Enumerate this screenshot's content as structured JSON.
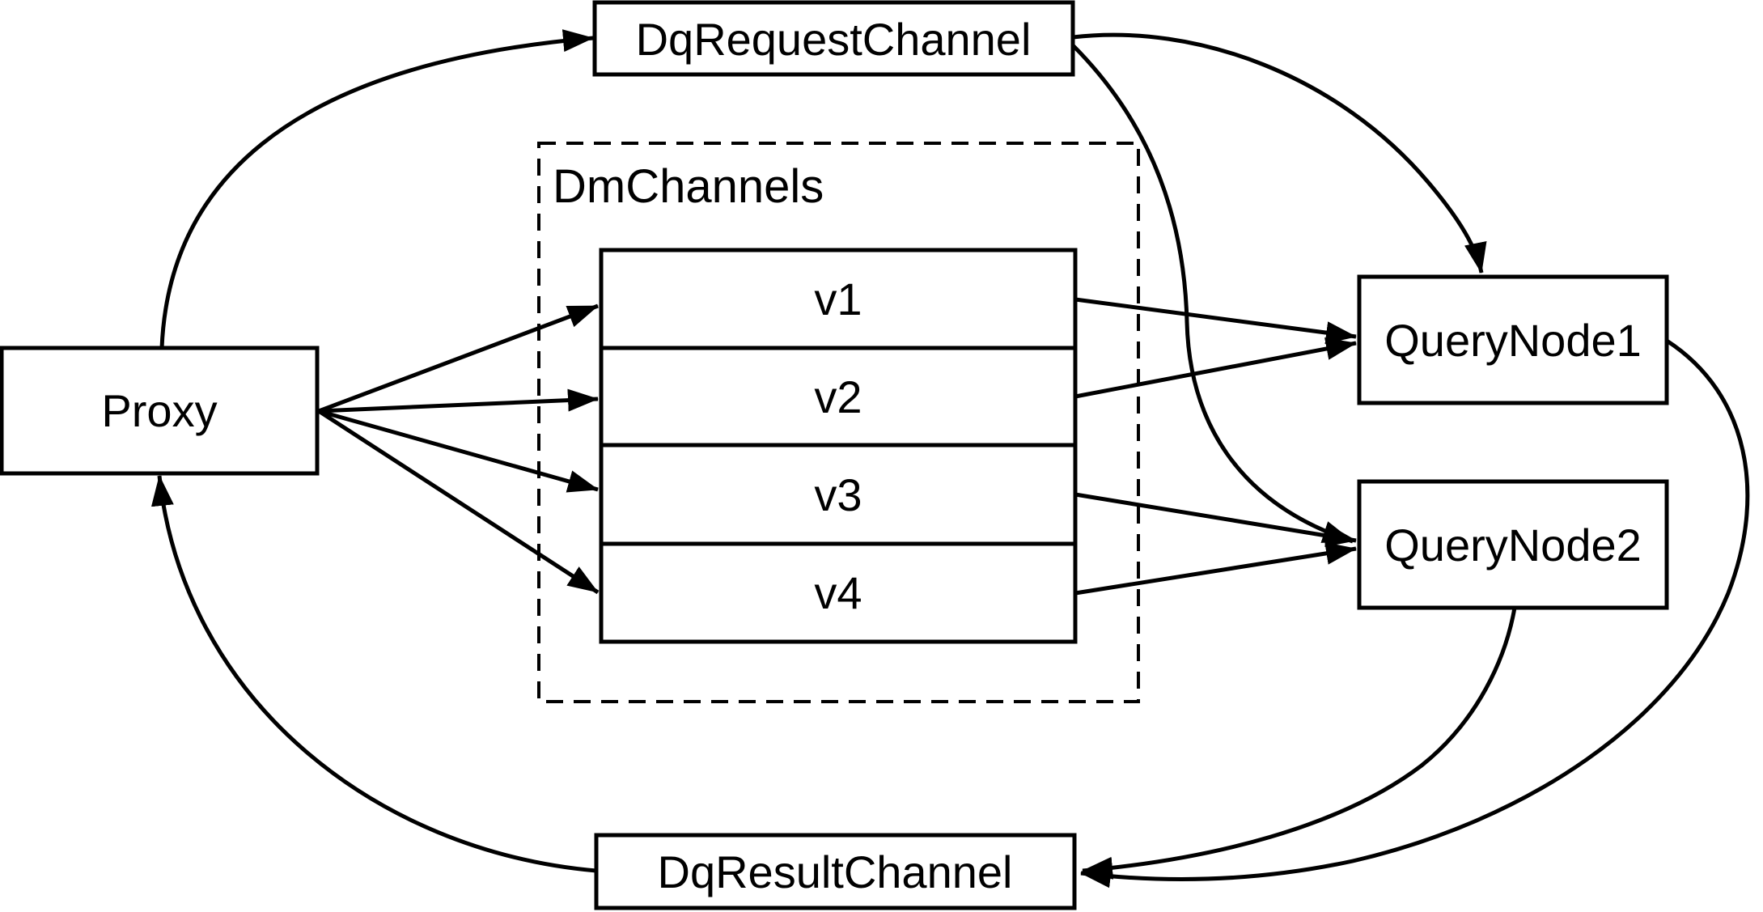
{
  "diagram": {
    "background_color": "#ffffff",
    "stroke_color": "#000000",
    "nodes": {
      "proxy": {
        "label": "Proxy"
      },
      "request_channel": {
        "label": "DqRequestChannel"
      },
      "result_channel": {
        "label": "DqResultChannel"
      },
      "query_node1": {
        "label": "QueryNode1"
      },
      "query_node2": {
        "label": "QueryNode2"
      },
      "dm_channels": {
        "label": "DmChannels",
        "items": [
          "v1",
          "v2",
          "v3",
          "v4"
        ]
      }
    },
    "edges": [
      {
        "from": "Proxy",
        "to": "DqRequestChannel"
      },
      {
        "from": "Proxy",
        "to": "v1"
      },
      {
        "from": "Proxy",
        "to": "v2"
      },
      {
        "from": "Proxy",
        "to": "v3"
      },
      {
        "from": "Proxy",
        "to": "v4"
      },
      {
        "from": "v1",
        "to": "QueryNode1"
      },
      {
        "from": "v2",
        "to": "QueryNode1"
      },
      {
        "from": "v3",
        "to": "QueryNode2"
      },
      {
        "from": "v4",
        "to": "QueryNode2"
      },
      {
        "from": "DqRequestChannel",
        "to": "QueryNode1"
      },
      {
        "from": "DqRequestChannel",
        "to": "QueryNode2"
      },
      {
        "from": "QueryNode1",
        "to": "DqResultChannel"
      },
      {
        "from": "QueryNode2",
        "to": "DqResultChannel"
      },
      {
        "from": "DqResultChannel",
        "to": "Proxy"
      }
    ]
  }
}
